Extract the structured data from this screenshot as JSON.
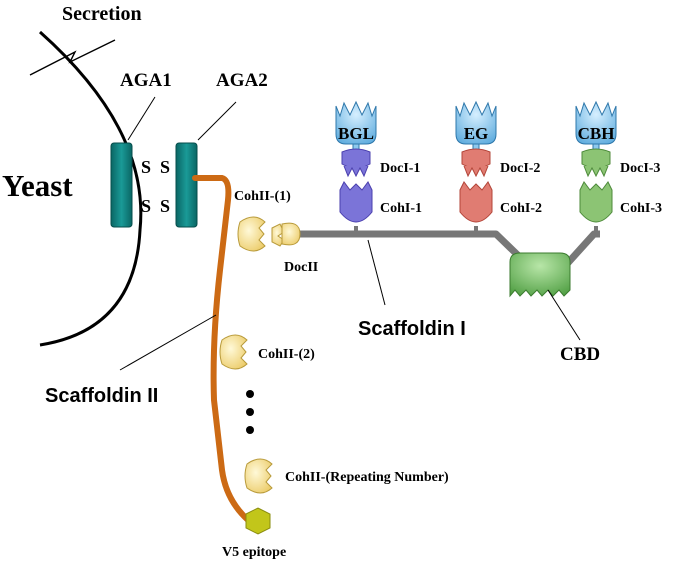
{
  "labels": {
    "secretion": "Secretion",
    "yeast": "Yeast",
    "aga1": "AGA1",
    "aga2": "AGA2",
    "s": "S",
    "scaffoldin_ii": "Scaffoldin II",
    "scaffoldin_i": "Scaffoldin I",
    "cohii_1": "CohII-(1)",
    "docii": "DocII",
    "cohii_2": "CohII-(2)",
    "cohii_repeat": "CohII-(Repeating Number)",
    "v5_epitope": "V5 epitope",
    "cbd": "CBD"
  },
  "enzymes": [
    {
      "name": "BGL",
      "docking": "DocI-1",
      "cohesin": "CohI-1",
      "color": "#7b74d8",
      "dark": "#4a3fae"
    },
    {
      "name": "EG",
      "docking": "DocI-2",
      "cohesin": "CohI-2",
      "color": "#e07c72",
      "dark": "#b34438"
    },
    {
      "name": "CBH",
      "docking": "DocI-3",
      "cohesin": "CohI-3",
      "color": "#8cc474",
      "dark": "#4d8a3a"
    }
  ],
  "colors": {
    "membrane_anchor": "#11807e",
    "scaffoldin_ii": "#cc6a14",
    "scaffoldin_i": "#777777",
    "cohesin_ii": "#f6e08c",
    "enzyme_blue": "#8ec9ee",
    "cbd": "#6fbe60",
    "v5": "#c2c61a"
  }
}
